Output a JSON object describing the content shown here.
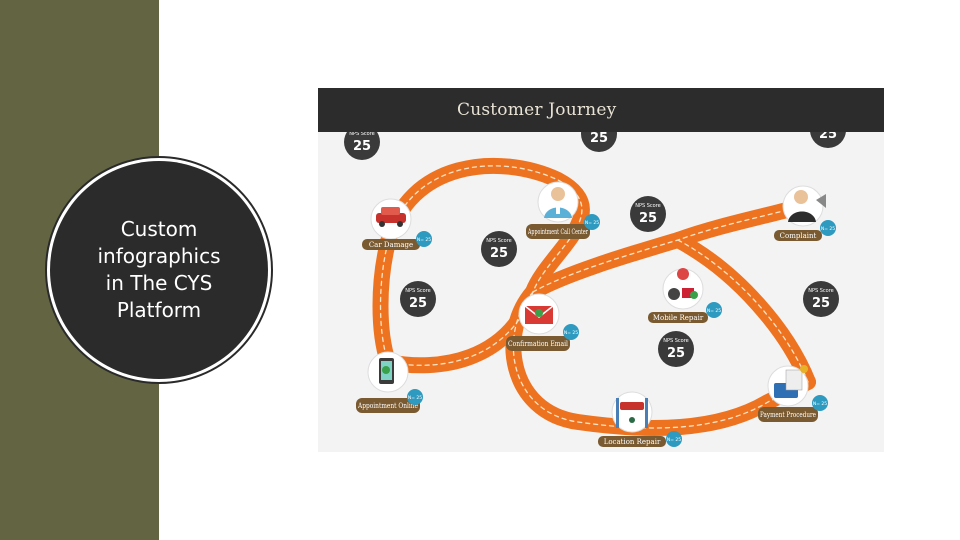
{
  "slide": {
    "circle_text": "Custom\ninfographics\nin The CYS\nPlatform",
    "colors": {
      "sidebar": "#636542",
      "circle_fill": "#2b2b2b",
      "road": "#ee7320",
      "badge": "#3a3a3a",
      "label_pill": "#7a5a30",
      "n_badge": "#2e9ac0"
    }
  },
  "journey": {
    "title": "Customer Journey",
    "nps_label": "NPS Score",
    "stages": [
      {
        "name": "Car Damage",
        "nps": "25",
        "n": "N= 25"
      },
      {
        "name": "Appointment Call Center",
        "nps": "25",
        "n": "N= 25"
      },
      {
        "name": "Complaint",
        "nps": "25",
        "n": "N= 25"
      },
      {
        "name": "Confirmation Email",
        "nps": "25",
        "n": "N= 25"
      },
      {
        "name": "Mobile Repair",
        "nps": "25",
        "n": "N= 25"
      },
      {
        "name": "Appointment Online",
        "nps": "25",
        "n": "N= 25"
      },
      {
        "name": "Payment Procedure",
        "nps": "25",
        "n": "N= 25"
      },
      {
        "name": "Location Repair",
        "nps": "25",
        "n": "N= 25"
      }
    ]
  }
}
